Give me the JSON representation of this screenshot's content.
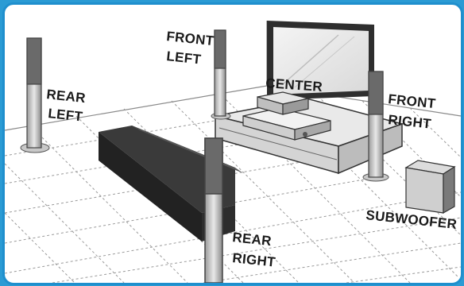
{
  "labels": {
    "rear_left": [
      "REAR",
      "LEFT"
    ],
    "front_left": [
      "FRONT",
      "LEFT"
    ],
    "center": "CENTER",
    "front_right": [
      "FRONT",
      "RIGHT"
    ],
    "subwoofer": "SUBWOOFER",
    "rear_right": [
      "REAR",
      "RIGHT"
    ]
  },
  "colors": {
    "frame_border": "#1f8fcd",
    "sofa": "#2b2b2b",
    "grid_line": "#9a9a9a",
    "speaker_body": "#bdbdbd"
  }
}
